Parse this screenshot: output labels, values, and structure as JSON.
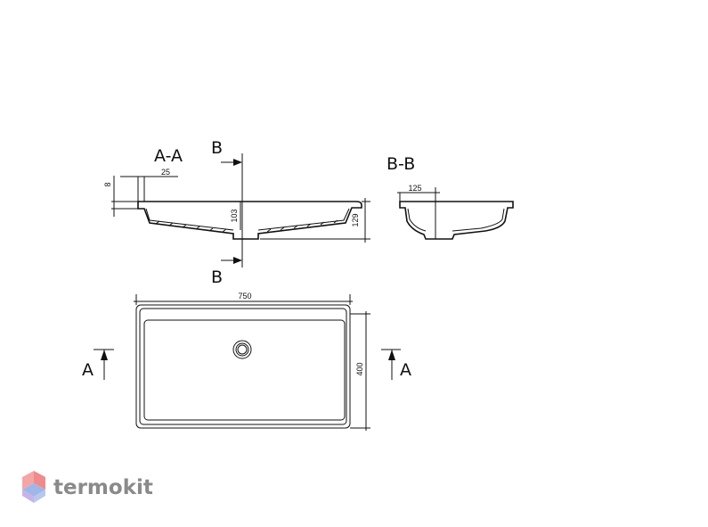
{
  "section_labels": {
    "aa": "A-A",
    "bb": "B-B",
    "b_top": "B",
    "b_bottom": "B",
    "a_left": "A",
    "a_right": "A"
  },
  "dimensions": {
    "lip_thickness": "8",
    "rim_width": "25",
    "depth_inner": "103",
    "depth_total": "129",
    "side_rim": "125",
    "length": "750",
    "width": "400"
  },
  "logo": {
    "text": "termokit",
    "colors": [
      "#f08b8b",
      "#9fb7e8",
      "#c9b3e6"
    ]
  }
}
